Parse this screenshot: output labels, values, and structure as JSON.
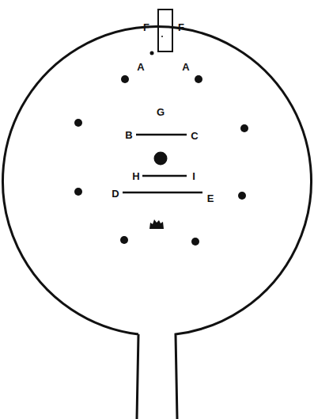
{
  "diagram": {
    "labels": [
      "F",
      "F",
      "A",
      "A",
      "G",
      "B",
      "C",
      "H",
      "I",
      "D",
      "E"
    ]
  }
}
